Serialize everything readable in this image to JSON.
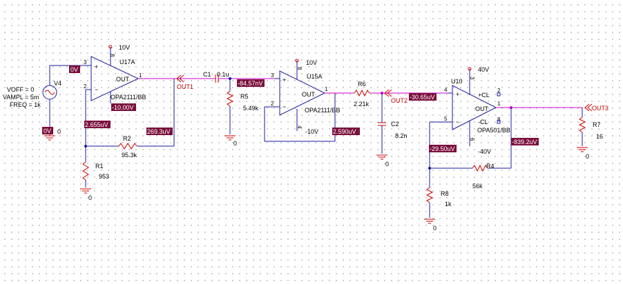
{
  "source": {
    "name": "V4",
    "params": [
      "VOFF = 0",
      "VAMPL = 5m",
      "FREQ = 1k"
    ]
  },
  "opamps": [
    {
      "ref": "U17A",
      "model": "OPA2111/BB",
      "supply_pos": "10V",
      "supply_neg": "-10V",
      "pins": {
        "inp": "3",
        "inn": "2",
        "out": "1",
        "vp": "8",
        "vn": "4"
      },
      "out_label": "OUT"
    },
    {
      "ref": "U15A",
      "model": "OPA2111/BB",
      "supply_pos": "10V",
      "supply_neg": "-10V",
      "pins": {
        "inp": "3",
        "inn": "2",
        "out": "1",
        "vp": "8",
        "vn": "4"
      },
      "out_label": "OUT"
    },
    {
      "ref": "U10",
      "model": "OPA501/BB",
      "supply_pos": "40V",
      "supply_neg": "-40V",
      "pins": {
        "inp": "4",
        "inn": "5",
        "out": "1",
        "vp": "3",
        "vn": "6",
        "cl_p": "2",
        "cl_n": "8"
      },
      "out_label": "OUT",
      "cl_pos_label": "+CL",
      "cl_neg_label": "-CL"
    }
  ],
  "components": {
    "R1": {
      "ref": "R1",
      "value": "953"
    },
    "R2": {
      "ref": "R2",
      "value": "95.3k"
    },
    "R4": {
      "ref": "R4",
      "value": "56k"
    },
    "R5": {
      "ref": "R5",
      "value": "5.49k"
    },
    "R6": {
      "ref": "R6",
      "value": "2.21k"
    },
    "R7": {
      "ref": "R7",
      "value": "16"
    },
    "R8": {
      "ref": "R8",
      "value": "1k"
    },
    "C1": {
      "ref": "C1",
      "value": "0.1u"
    },
    "C2": {
      "ref": "C2",
      "value": "8.2n"
    }
  },
  "ground_label": "0",
  "net_labels": [
    "OUT1",
    "OUT2",
    "OUT3"
  ],
  "voltage_markers": {
    "src_plus": "0V",
    "src_minus": "0V",
    "u17_neg": "-10.00V",
    "u17_inn": "2.655uV",
    "u17_out": "269.3uV",
    "u15_in": "-84.57nV",
    "u15_out": "2.590uV",
    "u10_in": "-30.65uV",
    "u10_fb": "-29.50uV",
    "u10_out": "-839.2uV"
  },
  "colors": {
    "wire": "#1a1aa0",
    "net_wire": "#cc00cc",
    "marker_bg": "#7a0f3c",
    "net_label": "#cc0000"
  }
}
